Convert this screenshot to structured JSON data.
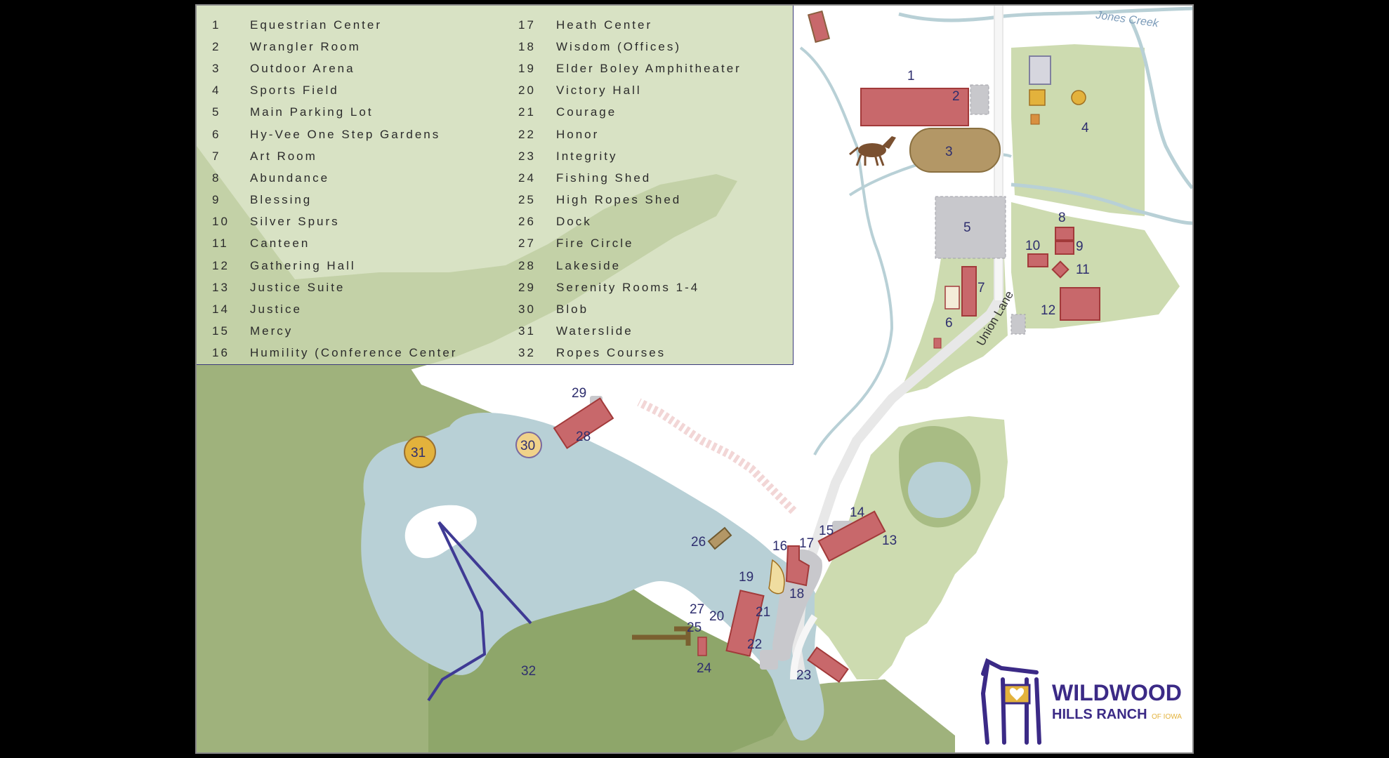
{
  "legend": {
    "left": [
      {
        "num": "1",
        "name": "Equestrian Center"
      },
      {
        "num": "2",
        "name": "Wrangler Room"
      },
      {
        "num": "3",
        "name": "Outdoor Arena"
      },
      {
        "num": "4",
        "name": "Sports Field"
      },
      {
        "num": "5",
        "name": "Main Parking Lot"
      },
      {
        "num": "6",
        "name": "Hy-Vee One Step Gardens"
      },
      {
        "num": "7",
        "name": "Art Room"
      },
      {
        "num": "8",
        "name": "Abundance"
      },
      {
        "num": "9",
        "name": "Blessing"
      },
      {
        "num": "10",
        "name": "Silver Spurs"
      },
      {
        "num": "11",
        "name": "Canteen"
      },
      {
        "num": "12",
        "name": "Gathering Hall"
      },
      {
        "num": "13",
        "name": "Justice Suite"
      },
      {
        "num": "14",
        "name": "Justice"
      },
      {
        "num": "15",
        "name": "Mercy"
      },
      {
        "num": "16",
        "name": "Humility (Conference Center"
      }
    ],
    "right": [
      {
        "num": "17",
        "name": "Heath Center"
      },
      {
        "num": "18",
        "name": "Wisdom (Offices)"
      },
      {
        "num": "19",
        "name": "Elder Boley Amphitheater"
      },
      {
        "num": "20",
        "name": "Victory Hall"
      },
      {
        "num": "21",
        "name": "Courage"
      },
      {
        "num": "22",
        "name": "Honor"
      },
      {
        "num": "23",
        "name": "Integrity"
      },
      {
        "num": "24",
        "name": "Fishing Shed"
      },
      {
        "num": "25",
        "name": "High Ropes Shed"
      },
      {
        "num": "26",
        "name": "Dock"
      },
      {
        "num": "27",
        "name": "Fire Circle"
      },
      {
        "num": "28",
        "name": "Lakeside"
      },
      {
        "num": "29",
        "name": "Serenity  Rooms 1-4"
      },
      {
        "num": "30",
        "name": "Blob"
      },
      {
        "num": "31",
        "name": "Waterslide"
      },
      {
        "num": "32",
        "name": "Ropes Courses"
      }
    ]
  },
  "labels": {
    "l1": "1",
    "l2": "2",
    "l3": "3",
    "l4": "4",
    "l5": "5",
    "l6": "6",
    "l7": "7",
    "l8": "8",
    "l9": "9",
    "l10": "10",
    "l11": "11",
    "l12": "12",
    "l13": "13",
    "l14": "14",
    "l15": "15",
    "l16": "16",
    "l17": "17",
    "l18": "18",
    "l19": "19",
    "l20": "20",
    "l21": "21",
    "l22": "22",
    "l23": "23",
    "l24": "24",
    "l25": "25",
    "l26": "26",
    "l27": "27",
    "l28": "28",
    "l29": "29",
    "l30": "30",
    "l31": "31",
    "l32": "32"
  },
  "roads": {
    "union_lane": "Union Lane"
  },
  "water": {
    "creek": "Jones Creek"
  },
  "logo": {
    "line1": "WILDWOOD",
    "line2": "HILLS RANCH",
    "line3": "OF IOWA"
  },
  "colors": {
    "building": "#c8686b",
    "building_stroke": "#a23a3a",
    "grass_dark": "#9fb27c",
    "grass_light": "#cddbb0",
    "water": "#b8d0d6",
    "paved": "#c8c8cc",
    "arena": "#b39766",
    "ropes": "#3f3a94",
    "logo": "#3b2a86",
    "logo_accent": "#e3b23c"
  }
}
